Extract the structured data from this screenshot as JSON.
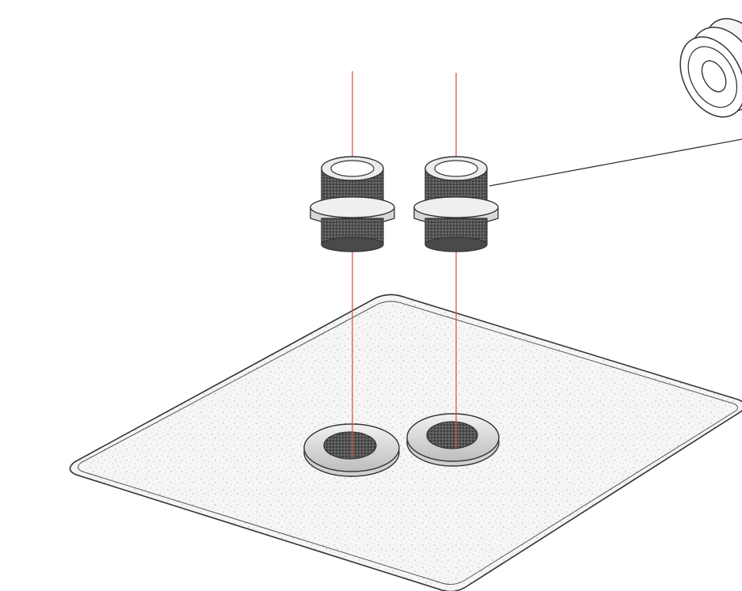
{
  "diagram": {
    "kind": "exploded-isometric-assembly",
    "parts": [
      {
        "name": "threaded-nipple",
        "count": 2
      },
      {
        "name": "ring-washer",
        "count": 2
      },
      {
        "name": "mounting-plate",
        "count": 1
      },
      {
        "name": "bushing-callout",
        "count": 1
      }
    ],
    "colors": {
      "outline": "#333333",
      "thread": "#4a4a4a",
      "guide_line": "#d9534f",
      "plate_fill": "#f4f4f4",
      "background": "#ffffff"
    },
    "labels": []
  }
}
